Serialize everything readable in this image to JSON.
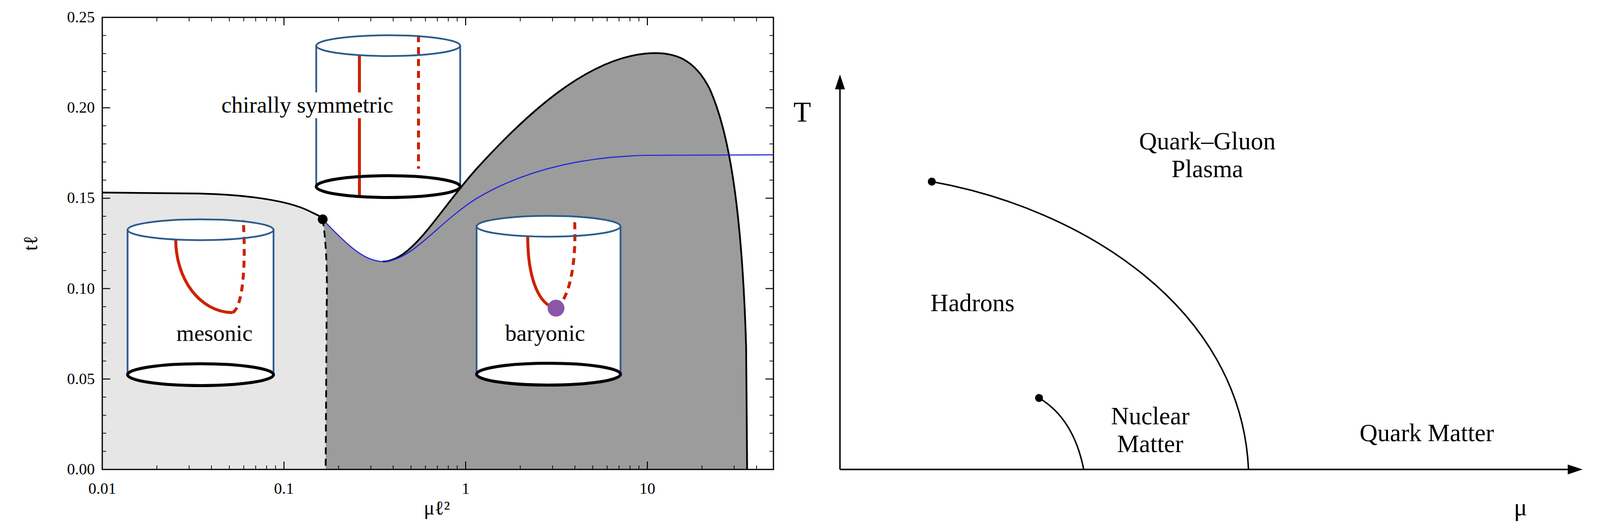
{
  "diagram": {
    "labels": [
      "0.25",
      "0.20",
      "0.15",
      "0.10",
      "0.05",
      "0.00",
      "tℓ",
      "chirally symmetric",
      "mesonic",
      "baryonic",
      "0.01",
      "0.1",
      "1",
      "10",
      "μℓ²",
      "T",
      "Quark–Gluon Plasma",
      "Hadrons",
      "Nuclear Matter",
      "Quark Matter",
      "μ"
    ]
  }
}
